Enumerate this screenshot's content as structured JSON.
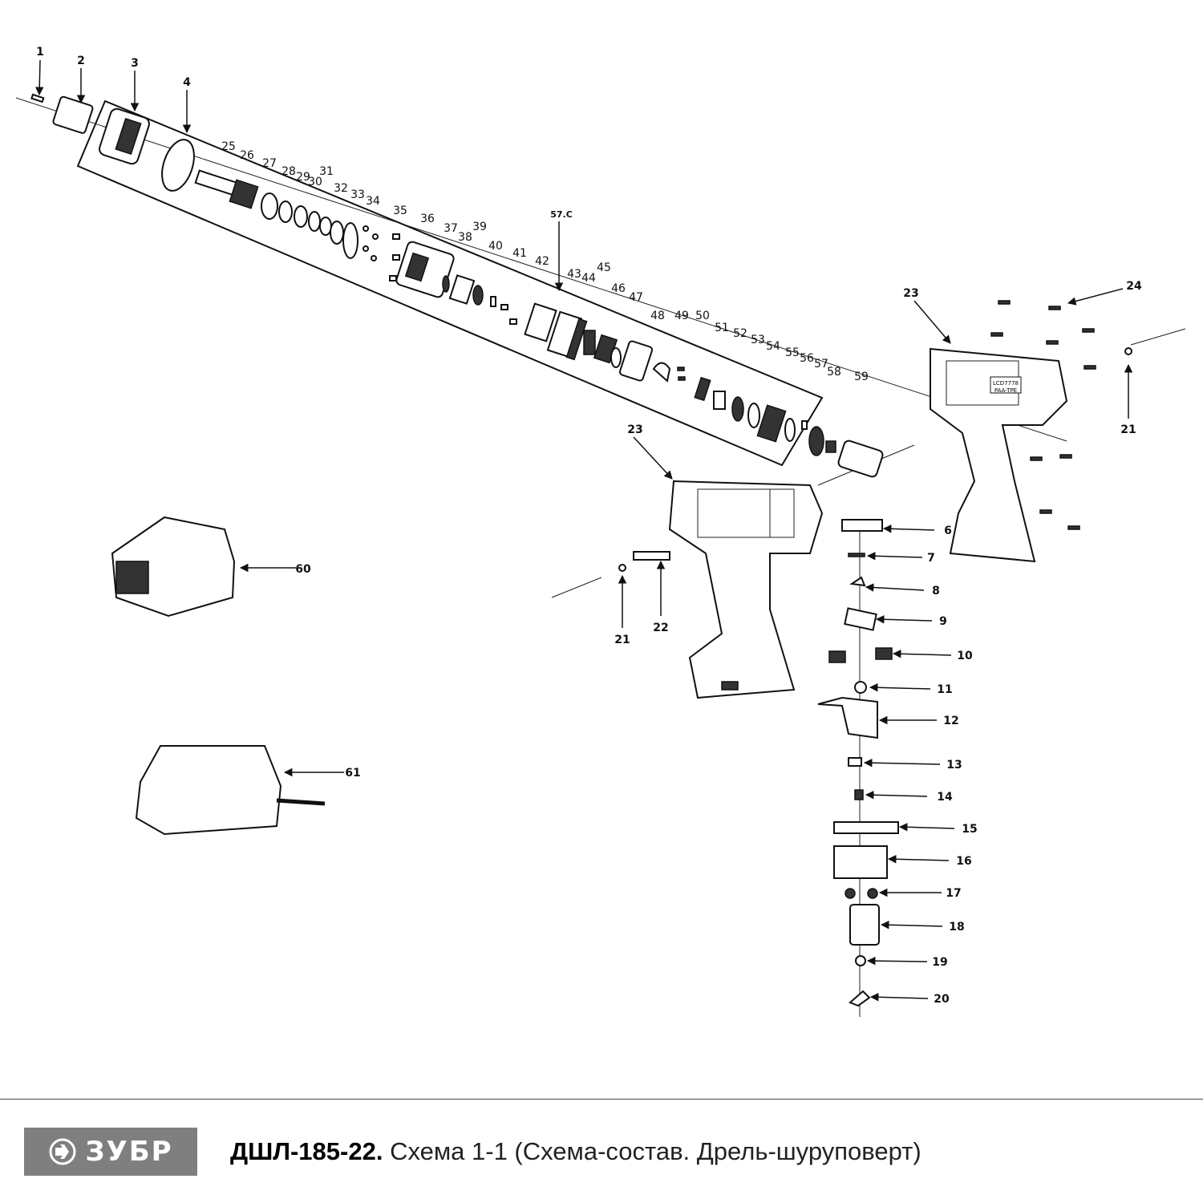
{
  "diagram": {
    "callouts": [
      "1",
      "2",
      "3",
      "4",
      "6",
      "7",
      "8",
      "9",
      "10",
      "11",
      "12",
      "13",
      "14",
      "15",
      "16",
      "17",
      "18",
      "19",
      "20",
      "21",
      "22",
      "23",
      "24",
      "25",
      "26",
      "27",
      "28",
      "29",
      "30",
      "31",
      "32",
      "33",
      "34",
      "35",
      "36",
      "37",
      "38",
      "39",
      "40",
      "41",
      "42",
      "43",
      "44",
      "45",
      "46",
      "47",
      "48",
      "49",
      "50",
      "51",
      "52",
      "53",
      "54",
      "55",
      "56",
      "57",
      "58",
      "59",
      "60",
      "61",
      "57.C"
    ],
    "housing_label_line1": "LCD7778",
    "housing_label_line2": "PAA-TPE"
  },
  "footer": {
    "brand": "ЗУБР",
    "model": "ДШЛ-185-22.",
    "caption": " Схема 1-1 (Схема-состав. Дрель-шуруповерт)"
  },
  "colors": {
    "logo_bg": "#7f7f7f",
    "ink": "#111111"
  }
}
